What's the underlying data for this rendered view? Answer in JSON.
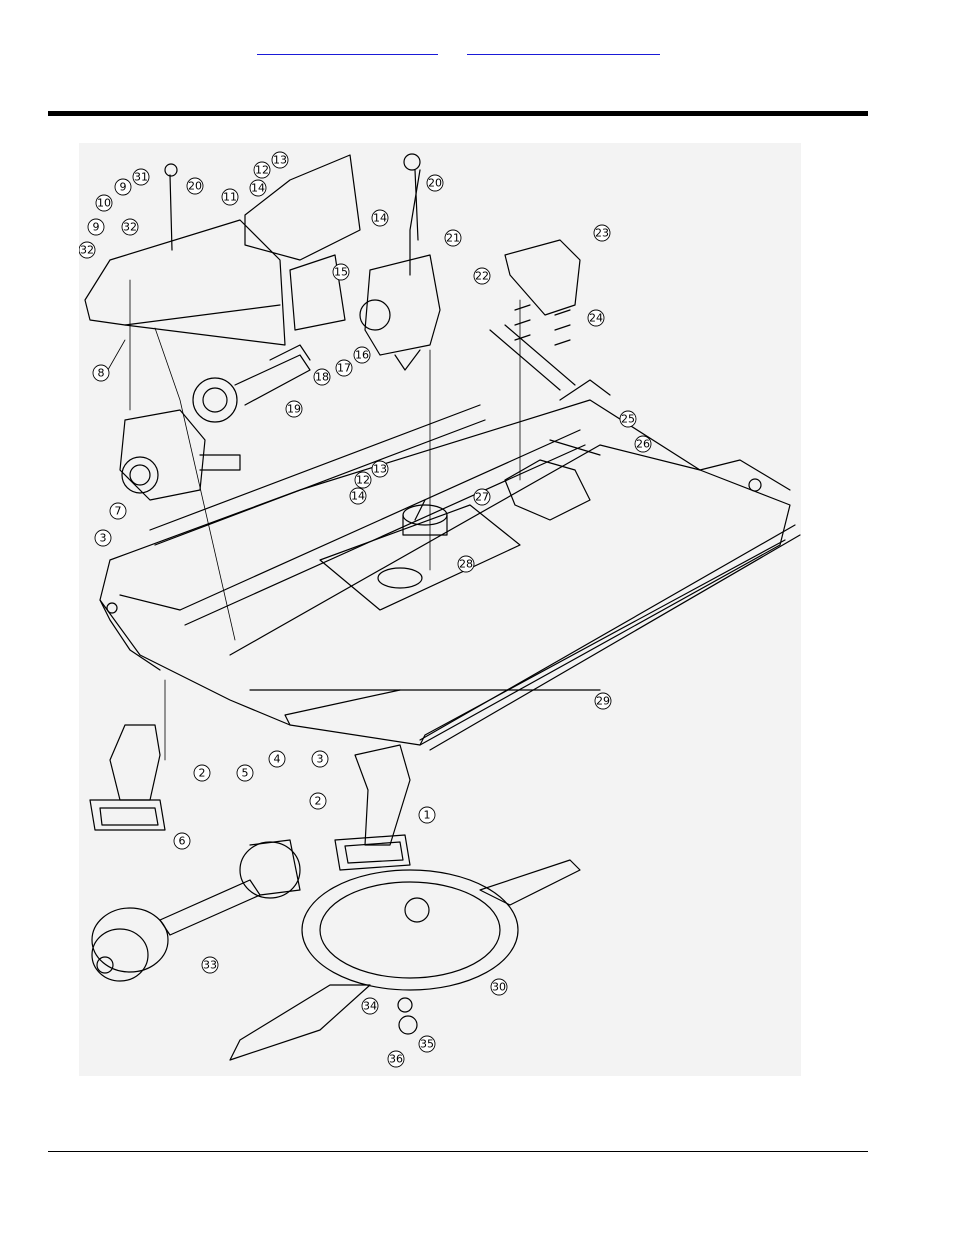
{
  "header": {
    "links": [
      {
        "name": "section-link",
        "text": ""
      },
      {
        "name": "index-link",
        "text": ""
      }
    ]
  },
  "figure": {
    "callouts": [
      "1",
      "2",
      "2",
      "3",
      "3",
      "4",
      "5",
      "6",
      "7",
      "8",
      "9",
      "9",
      "10",
      "11",
      "12",
      "12",
      "13",
      "13",
      "14",
      "14",
      "14",
      "15",
      "16",
      "17",
      "18",
      "19",
      "20",
      "20",
      "21",
      "22",
      "23",
      "24",
      "25",
      "26",
      "27",
      "28",
      "29",
      "30",
      "31",
      "32",
      "32",
      "33",
      "34",
      "35",
      "36"
    ]
  },
  "colors": {
    "line": "#000000",
    "background": "#f3f3f3",
    "link": "#1a1ad8"
  }
}
